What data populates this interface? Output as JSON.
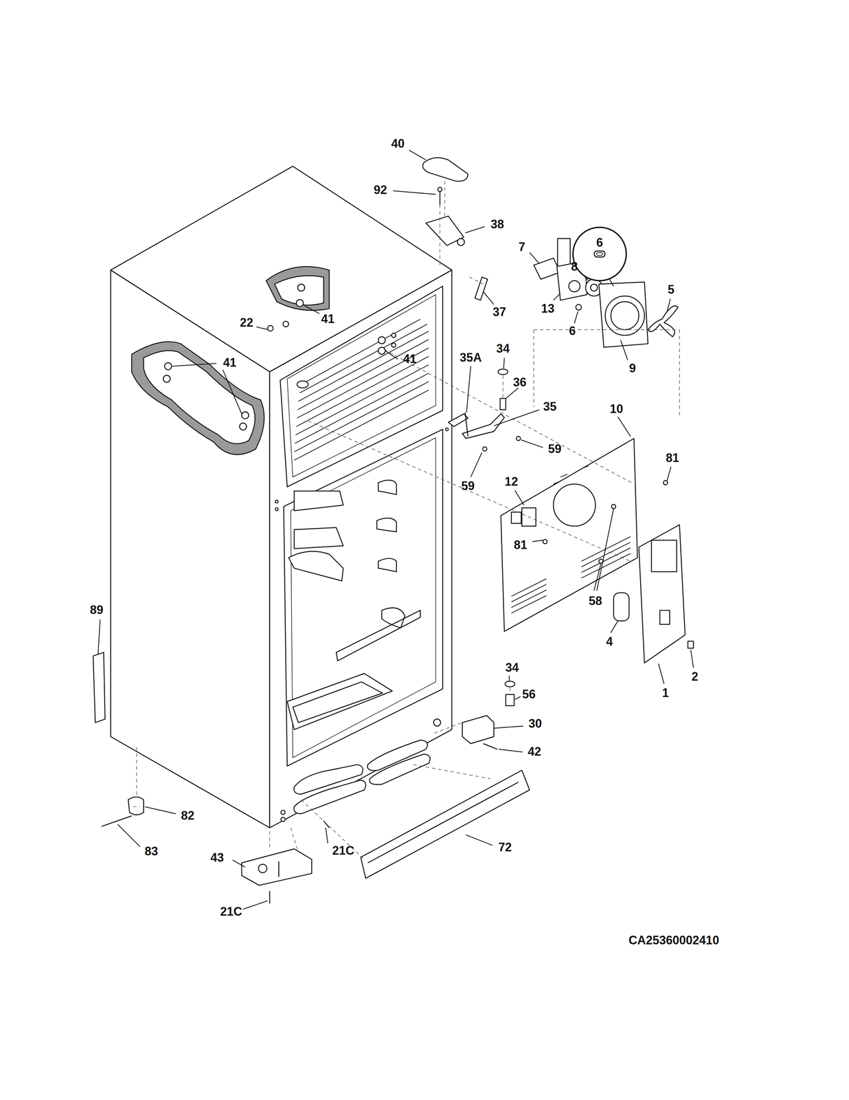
{
  "diagram": {
    "nodes": [
      {
        "text": [
          "6"
        ]
      }
    ],
    "labels": [
      "40",
      "92",
      "38",
      "7",
      "8",
      "41",
      "37",
      "13",
      "5",
      "6",
      "9",
      "22",
      "41",
      "41",
      "34",
      "35A",
      "36",
      "35",
      "10",
      "59",
      "59",
      "81",
      "12",
      "81",
      "58",
      "4",
      "89",
      "2",
      "1",
      "34",
      "56",
      "30",
      "42",
      "82",
      "21C",
      "72",
      "83",
      "43",
      "21C",
      "CA25360002410"
    ]
  }
}
